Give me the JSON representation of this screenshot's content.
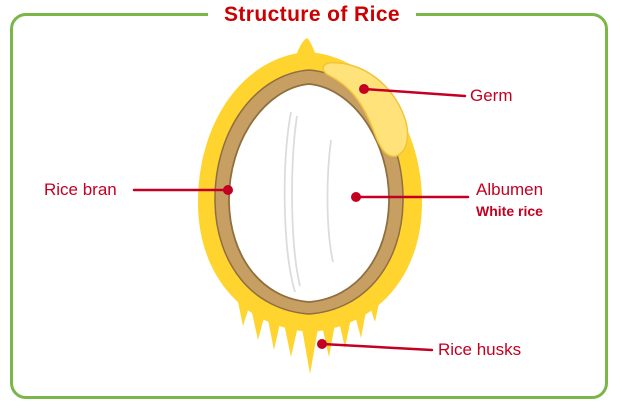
{
  "diagram": {
    "title": "Structure of Rice",
    "labels": {
      "germ": "Germ",
      "rice_bran": "Rice bran",
      "albumen": "Albumen",
      "albumen_sub": "White rice",
      "rice_husks": "Rice husks"
    },
    "colors": {
      "frame_green": "#7ab648",
      "accent_red": "#c40022",
      "title_red": "#cc0000",
      "husk_yellow": "#ffd42e",
      "germ_yellow": "#ffe27a",
      "bran_tan": "#c89f63",
      "bran_outline": "#8f6f3f",
      "albumen_white": "#ffffff",
      "crease_gray": "#dcdcdc"
    }
  }
}
